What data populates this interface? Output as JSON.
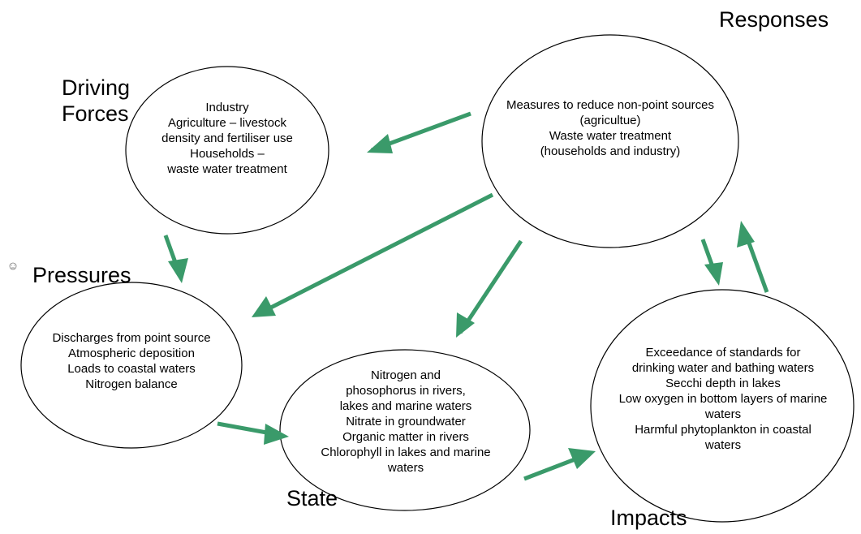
{
  "headings": {
    "driving_forces": [
      "Driving",
      "Forces"
    ],
    "pressures": "Pressures",
    "state": "State",
    "impacts": "Impacts",
    "responses": "Responses"
  },
  "nodes": {
    "driving_forces": [
      "Industry",
      "Agriculture – livestock",
      "density and fertiliser use",
      "Households –",
      "waste water treatment"
    ],
    "responses": [
      "Measures to reduce non-point sources",
      "(agricultue)",
      "Waste water treatment",
      "(households and industry)"
    ],
    "pressures": [
      "Discharges from point source",
      "Atmospheric deposition",
      "Loads to coastal waters",
      "Nitrogen balance"
    ],
    "state": [
      "Nitrogen and",
      "phosophorus in rivers,",
      "lakes and marine waters",
      "Nitrate in groundwater",
      "Organic matter in rivers",
      "Chlorophyll in lakes and marine",
      "waters"
    ],
    "impacts": [
      "Exceedance of standards for",
      "drinking water and bathing waters",
      "Secchi depth in lakes",
      "Low oxygen in bottom layers of marine",
      "waters",
      "Harmful phytoplankton in coastal",
      "waters"
    ]
  },
  "colors": {
    "arrow": "#3a9a6a",
    "outline": "#000000"
  },
  "icons": {
    "small_face": "smiley-icon"
  }
}
